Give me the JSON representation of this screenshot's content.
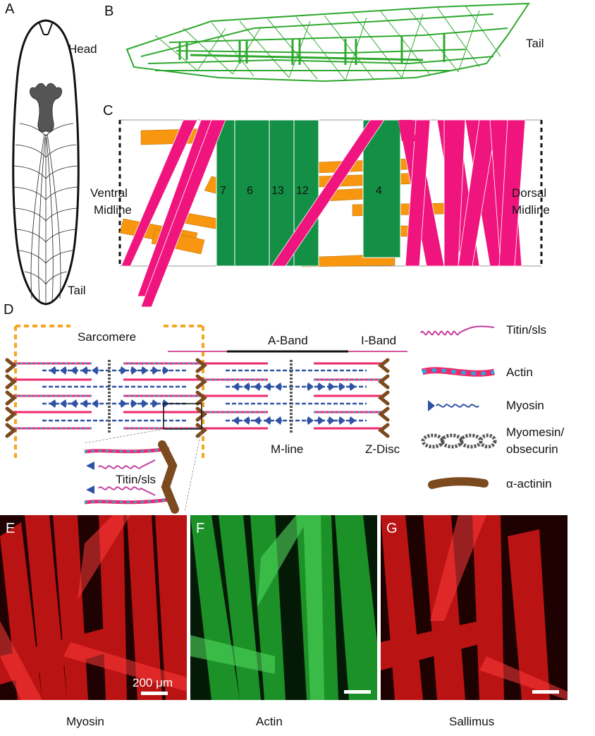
{
  "panels": {
    "a": {
      "letter": "A",
      "head": "Head",
      "tail": "Tail"
    },
    "b": {
      "letter": "B",
      "tail": "Tail"
    },
    "c": {
      "letter": "C",
      "ventral": [
        "Ventral",
        "Midline"
      ],
      "dorsal": [
        "Dorsal",
        "Midline"
      ],
      "muscle_numbers": [
        "7",
        "6",
        "13",
        "12",
        "4"
      ]
    },
    "d": {
      "letter": "D",
      "sarcomere": "Sarcomere",
      "a_band": "A-Band",
      "i_band": "I-Band",
      "m_line": "M-line",
      "z_disc": "Z-Disc",
      "inset_label": "Titin/sls",
      "legend": {
        "titin": "Titin/sls",
        "actin": "Actin",
        "myosin": "Myosin",
        "myomesin": [
          "Myomesin/",
          "obsecurin"
        ],
        "actinin": "α-actinin"
      }
    },
    "e": {
      "letter": "E",
      "scale_bar": "200 μm",
      "caption": "Myosin",
      "color": "#e01b1b"
    },
    "f": {
      "letter": "F",
      "caption": "Actin",
      "color": "#2fbf3a"
    },
    "g": {
      "letter": "G",
      "caption": "Sallimus",
      "color": "#e01b1b"
    }
  },
  "colors": {
    "green_muscle": "#139046",
    "magenta_muscle": "#f0157e",
    "orange_muscle": "#f8960f",
    "wireframe": "#2fa82f",
    "actin_red": "#ee2a6a",
    "actin_blue": "#2aa7df",
    "myosin": "#2f53a4",
    "actinin": "#7b4a1e",
    "titin": "#c23ea0",
    "sarcomere_bracket": "#f6a623"
  }
}
